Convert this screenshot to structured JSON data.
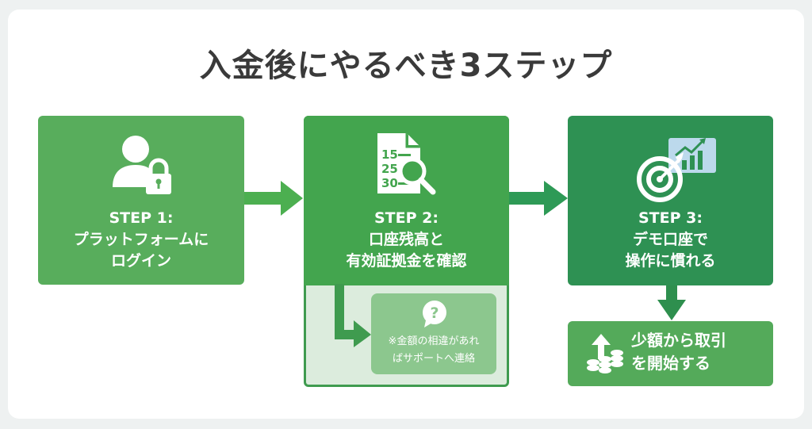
{
  "title": "入金後にやるべき3ステップ",
  "colors": {
    "background": "#eef1f1",
    "card": "#ffffff",
    "title_text": "#3a3a3a",
    "step1": "#58ad5c",
    "step2": "#43a54e",
    "step3": "#2e9153",
    "final": "#54aa5a",
    "note": "#8cc78e",
    "note_panel": "#dcecdd",
    "arrow1": "#4caf50",
    "arrow2": "#2e9a56"
  },
  "steps": [
    {
      "label": "STEP 1:",
      "lines": [
        "プラットフォームに",
        "ログイン"
      ],
      "icon": "user-lock-icon"
    },
    {
      "label": "STEP 2:",
      "lines": [
        "口座残高と",
        "有効証拠金を確認"
      ],
      "icon": "document-search-icon",
      "icon_numbers": [
        "15",
        "25",
        "30"
      ]
    },
    {
      "label": "STEP 3:",
      "lines": [
        "デモ口座で",
        "操作に慣れる"
      ],
      "icon": "target-chart-icon"
    }
  ],
  "note": {
    "icon": "question-bubble-icon",
    "icon_glyph": "?",
    "lines": [
      "※金額の相違があれ",
      "ばサポートへ連絡"
    ]
  },
  "final": {
    "icon": "coins-up-icon",
    "lines": [
      "少額から取引",
      "を開始する"
    ]
  }
}
